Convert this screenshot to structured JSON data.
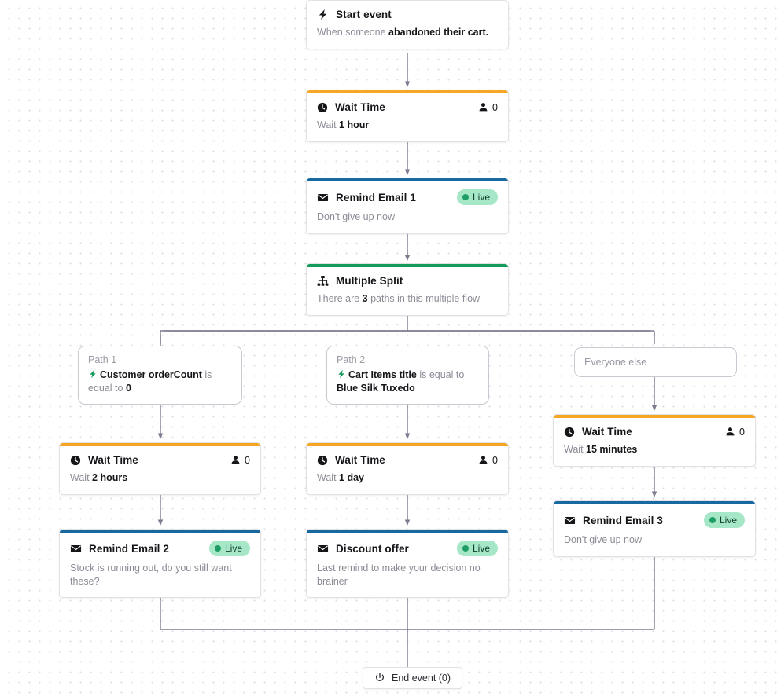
{
  "theme": {
    "accent_orange": "#f5a623",
    "accent_blue": "#17699f",
    "accent_green": "#139b5c",
    "live_badge_bg": "#a6e7c8",
    "live_dot": "#1e9e66",
    "edge_color": "#7b7b90",
    "canvas_bg": "#ffffff",
    "grid_dot": "#dcdce2"
  },
  "nodes": {
    "start": {
      "icon": "bolt-icon",
      "title": "Start event",
      "body_prefix": "When someone ",
      "body_strong": "abandoned their cart.",
      "body_suffix": ""
    },
    "wait_1": {
      "icon": "clock-icon",
      "title": "Wait Time",
      "count_icon": "person-icon",
      "count": "0",
      "body_prefix": "Wait ",
      "body_strong": "1 hour",
      "body_suffix": ""
    },
    "email_1": {
      "icon": "envelope-icon",
      "title": "Remind Email 1",
      "status": "Live",
      "body_prefix": "Don't give up now",
      "body_strong": "",
      "body_suffix": ""
    },
    "split": {
      "icon": "multiple-split-icon",
      "title": "Multiple Split",
      "body_prefix": "There are ",
      "body_strong": "3",
      "body_suffix": " paths in this multiple flow"
    },
    "path_1": {
      "label": "Path 1",
      "icon": "bolt-icon",
      "cond_strong_1": "Customer orderCount",
      "cond_mid": " is equal to ",
      "cond_strong_2": "0"
    },
    "path_2": {
      "label": "Path 2",
      "icon": "bolt-icon",
      "cond_strong_1": "Cart Items title",
      "cond_mid": " is equal to ",
      "cond_strong_2": "Blue Silk Tuxedo"
    },
    "path_else": {
      "label": "Everyone else"
    },
    "wait_2": {
      "icon": "clock-icon",
      "title": "Wait Time",
      "count_icon": "person-icon",
      "count": "0",
      "body_prefix": "Wait ",
      "body_strong": "2 hours",
      "body_suffix": ""
    },
    "wait_3": {
      "icon": "clock-icon",
      "title": "Wait Time",
      "count_icon": "person-icon",
      "count": "0",
      "body_prefix": "Wait ",
      "body_strong": "1 day",
      "body_suffix": ""
    },
    "wait_4": {
      "icon": "clock-icon",
      "title": "Wait Time",
      "count_icon": "person-icon",
      "count": "0",
      "body_prefix": "Wait ",
      "body_strong": "15 minutes",
      "body_suffix": ""
    },
    "email_2": {
      "icon": "envelope-icon",
      "title": "Remind Email 2",
      "status": "Live",
      "body_prefix": "Stock is running out, do you still want these?",
      "body_strong": "",
      "body_suffix": ""
    },
    "discount": {
      "icon": "envelope-icon",
      "title": "Discount offer",
      "status": "Live",
      "body_prefix": "Last remind to make your decision no brainer",
      "body_strong": "",
      "body_suffix": ""
    },
    "email_3": {
      "icon": "envelope-icon",
      "title": "Remind Email 3",
      "status": "Live",
      "body_prefix": "Don't give up now",
      "body_strong": "",
      "body_suffix": ""
    },
    "end": {
      "icon": "power-icon",
      "label": "End event (0)"
    }
  }
}
